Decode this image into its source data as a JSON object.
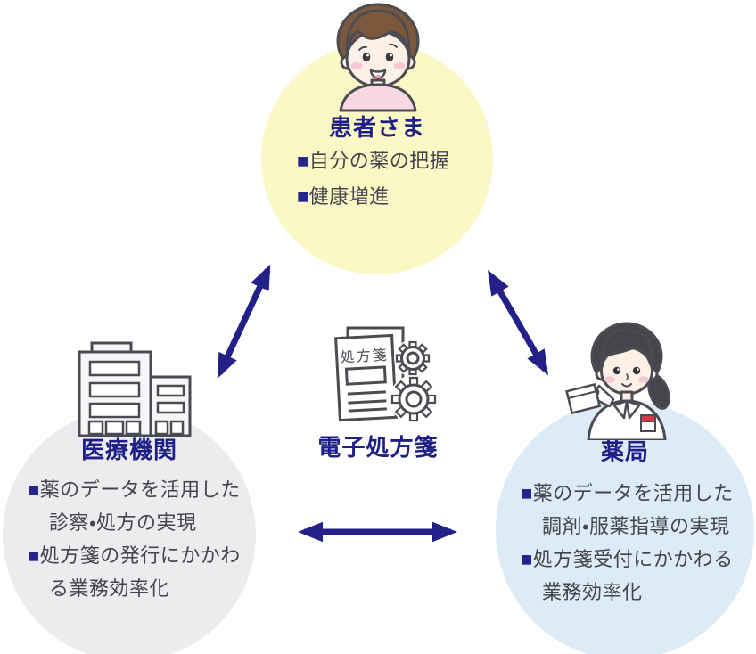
{
  "ui": {
    "bullet": "■"
  },
  "colors": {
    "accent_navy": "#1f2087",
    "arrow_navy": "#232188",
    "body_text": "#44444c",
    "outline": "#4b4b52",
    "patient_circle_fill": "#fbf8c6",
    "medical_circle_fill": "#ececee",
    "pharmacy_circle_fill": "#dcebf6",
    "badge_red": "#d63641"
  },
  "patient": {
    "title": "患者さま",
    "items": [
      {
        "l1": "自分の薬の把握"
      },
      {
        "l1": "健康増進"
      }
    ]
  },
  "medical": {
    "title": "医療機関",
    "items": [
      {
        "l1": "薬のデータを活用した",
        "l2": "診察・処方の実現"
      },
      {
        "l1": "処方箋の発行にかかわ",
        "l2": "る業務効率化"
      }
    ]
  },
  "pharmacy": {
    "title": "薬局",
    "items": [
      {
        "l1": "薬のデータを活用した",
        "l2": "調剤・服薬指導の実現"
      },
      {
        "l1": "処方箋受付にかかわる",
        "l2": "業務効率化"
      }
    ]
  },
  "center": {
    "label": "電子処方箋",
    "document_text": "処方箋"
  },
  "icons": {
    "center": "prescription-document-with-gears-icon",
    "medical": "hospital-building-icon",
    "patient": "patient-person-illustration",
    "pharmacy": "pharmacist-person-illustration",
    "connectors": "double-headed-arrow"
  }
}
